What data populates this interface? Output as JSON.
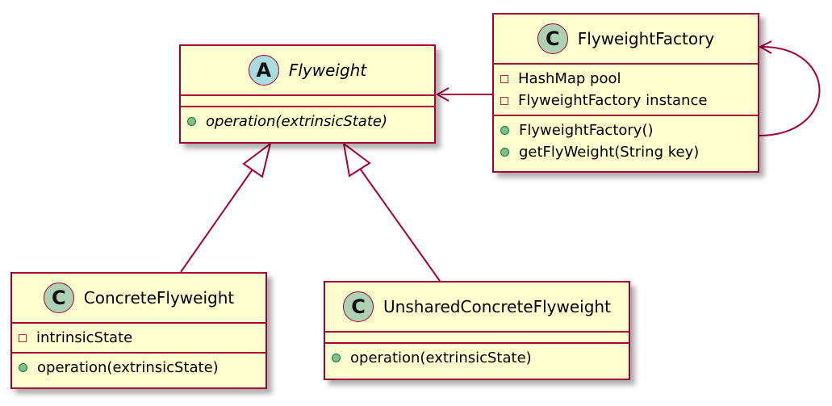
{
  "diagram": {
    "colors": {
      "box_fill": "#fefece",
      "border": "#a80036",
      "class_stereo": "#add1b2",
      "abstract_stereo": "#a9dcdf",
      "private": "#c82930",
      "public_fill": "#84be84",
      "public_border": "#038048"
    },
    "classes": {
      "flyweight": {
        "name": "Flyweight",
        "stereotype": "A",
        "fields": [],
        "methods": [
          "operation(extrinsicState)"
        ]
      },
      "factory": {
        "name": "FlyweightFactory",
        "stereotype": "C",
        "fields": [
          "HashMap pool",
          "FlyweightFactory instance"
        ],
        "methods": [
          "FlyweightFactory()",
          "getFlyWeight(String key)"
        ]
      },
      "concrete": {
        "name": "ConcreteFlyweight",
        "stereotype": "C",
        "fields": [
          "intrinsicState"
        ],
        "methods": [
          "operation(extrinsicState)"
        ]
      },
      "unshared": {
        "name": "UnsharedConcreteFlyweight",
        "stereotype": "C",
        "fields": [],
        "methods": [
          "operation(extrinsicState)"
        ]
      }
    },
    "relations": [
      {
        "from": "concrete",
        "to": "flyweight",
        "type": "inheritance"
      },
      {
        "from": "unshared",
        "to": "flyweight",
        "type": "inheritance"
      },
      {
        "from": "factory",
        "to": "flyweight",
        "type": "association"
      },
      {
        "from": "factory",
        "to": "factory",
        "type": "association"
      }
    ]
  }
}
